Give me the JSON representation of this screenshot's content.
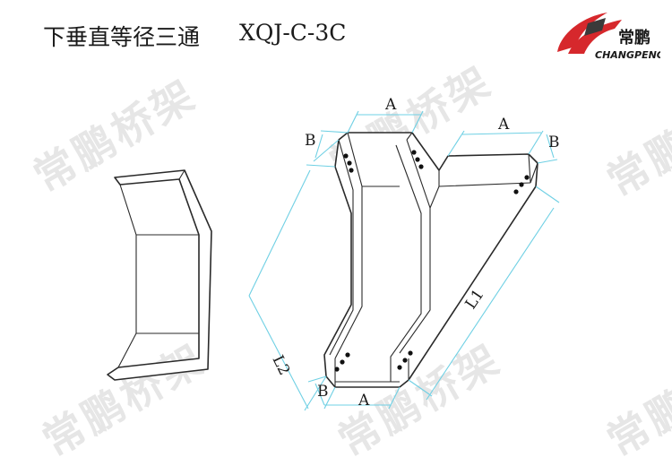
{
  "title": {
    "name_cn": "下垂直等径三通",
    "model": "XQJ-C-3C"
  },
  "logo": {
    "brand_cn": "常鹏",
    "brand_en": "CHANGPENG",
    "colors": {
      "red": "#d6282c",
      "dark": "#3a3a3a"
    }
  },
  "watermark": {
    "text": "常鹏桥架",
    "color": "#e6e6e6"
  },
  "dimensions": {
    "top_a": "A",
    "top_b": "B",
    "right_a": "A",
    "right_b": "B",
    "length_1": "L1",
    "length_2": "L2",
    "bottom_b": "B",
    "bottom_a": "A"
  },
  "colors": {
    "dimension_line": "#6fd0e4",
    "outline": "#2a2a2a"
  }
}
